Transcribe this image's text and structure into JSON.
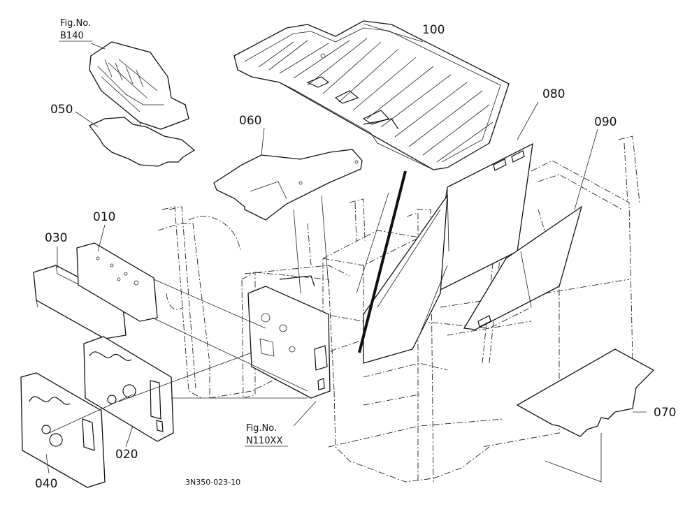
{
  "figure": {
    "drawing_number": "3N350-023-10"
  },
  "parts": [
    {
      "key": "p100",
      "number": "100"
    },
    {
      "key": "p080",
      "number": "080"
    },
    {
      "key": "p090",
      "number": "090"
    },
    {
      "key": "p060",
      "number": "060"
    },
    {
      "key": "p050",
      "number": "050"
    },
    {
      "key": "p010",
      "number": "010"
    },
    {
      "key": "p030",
      "number": "030"
    },
    {
      "key": "p020",
      "number": "020"
    },
    {
      "key": "p040",
      "number": "040"
    },
    {
      "key": "p070",
      "number": "070"
    }
  ],
  "references": {
    "b140": {
      "line1": "Fig.No.",
      "line2": "B140"
    },
    "n110": {
      "line1": "Fig.No.",
      "line2": "N110XX"
    }
  }
}
